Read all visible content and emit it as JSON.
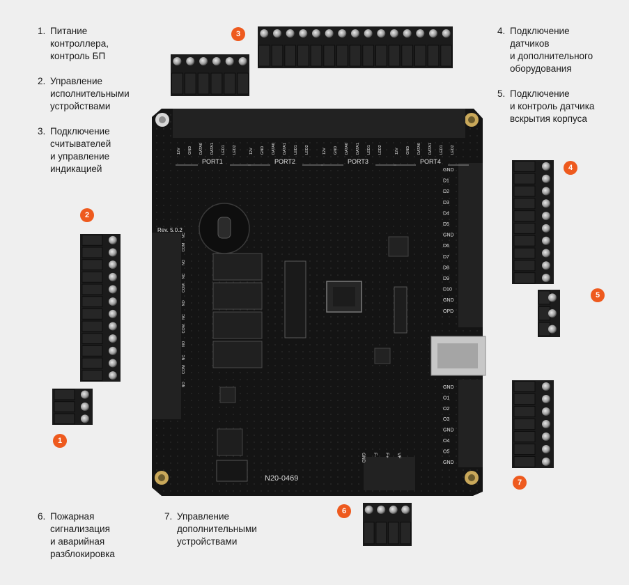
{
  "notes": [
    {
      "num": "1.",
      "text": "Питание\nконтроллера,\nконтроль БП"
    },
    {
      "num": "2.",
      "text": "Управление\nисполнительными\nустройствами"
    },
    {
      "num": "3.",
      "text": "Подключение\nсчитывателей\nи управление\nиндикацией"
    },
    {
      "num": "4.",
      "text": "Подключение\nдатчиков\nи дополнительного\nоборудования"
    },
    {
      "num": "5.",
      "text": "Подключение\nи контроль датчика\nвскрытия корпуса"
    },
    {
      "num": "6.",
      "text": "Пожарная\nсигнализация\nи аварийная\nразблокировка"
    },
    {
      "num": "7.",
      "text": "Управление\nдополнительными\nустройствами"
    }
  ],
  "badges": [
    "1",
    "2",
    "3",
    "4",
    "5",
    "6",
    "7"
  ],
  "board": {
    "ports": [
      "PORT1",
      "PORT2",
      "PORT3",
      "PORT4"
    ],
    "port_pins": [
      "12V",
      "GND",
      "DATA0",
      "DATA1",
      "LED1",
      "LED2"
    ],
    "revision": "Rev. 5.0.2",
    "serial": "N20-0469",
    "right_pins_top": [
      "GND",
      "D1",
      "D2",
      "D3",
      "D4",
      "D5",
      "GND",
      "D6",
      "D7",
      "D8",
      "D9",
      "D10",
      "GND",
      "OPD"
    ],
    "right_pins_bottom": [
      "GND",
      "O1",
      "O2",
      "O3",
      "GND",
      "O4",
      "O5",
      "GND"
    ],
    "bottom_pins": [
      "GND",
      "F-",
      "F+",
      "VF"
    ],
    "left_pins": [
      "NC",
      "COM",
      "NO",
      "NC",
      "COM",
      "NO",
      "NC",
      "COM",
      "NO",
      "NC",
      "COM",
      "NO"
    ]
  },
  "colors": {
    "badge": "#ee5a1e",
    "board": "#141414",
    "background": "#efefef"
  }
}
